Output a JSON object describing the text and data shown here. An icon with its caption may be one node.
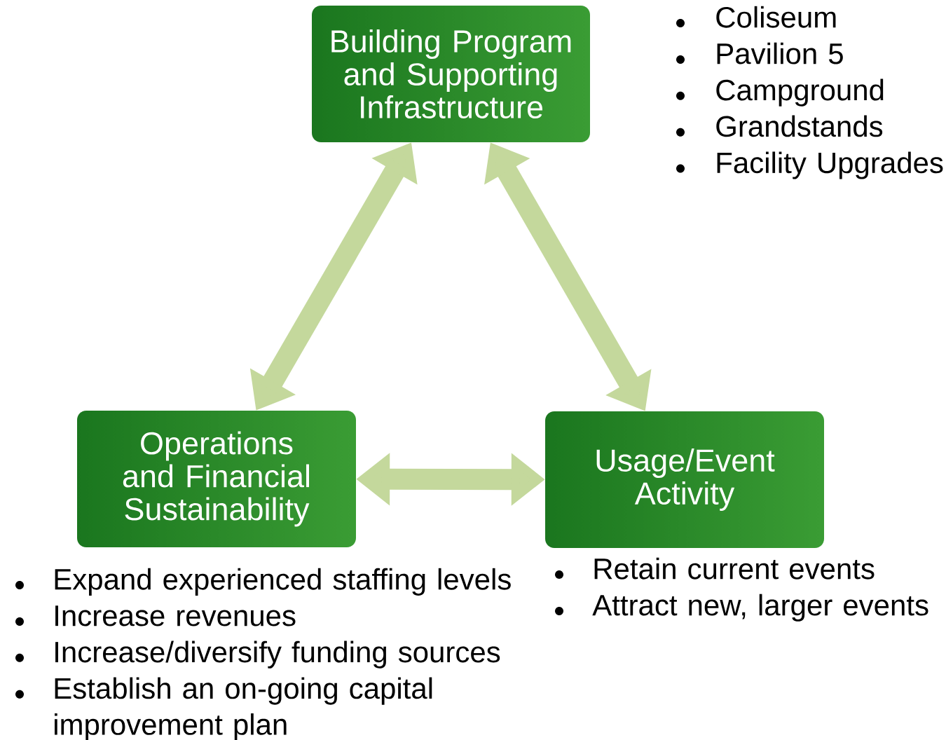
{
  "diagram": {
    "nodes": [
      {
        "text": [
          "Building Program and Supporting Infrastructure"
        ],
        "beside": [
          "Coliseum",
          "Pavilion 5",
          "Campground",
          "Grandstands",
          "Facility Upgrades"
        ]
      },
      {
        "text": [
          "Operations and Financial Sustainability"
        ],
        "beside": [
          "Expand experienced staffing levels",
          "Increase revenues",
          "Increase/diversify funding sources",
          "Establish an on-going capital improvement plan"
        ]
      },
      {
        "text": [
          "Usage/Event Activity"
        ],
        "beside": [
          "Retain current events",
          "Attract new, larger events"
        ]
      }
    ],
    "edges": [
      {
        "from": 0,
        "to": 1,
        "arrow": "both"
      },
      {
        "from": 0,
        "to": 2,
        "arrow": "both"
      },
      {
        "from": 1,
        "to": 2,
        "arrow": "both"
      }
    ]
  }
}
